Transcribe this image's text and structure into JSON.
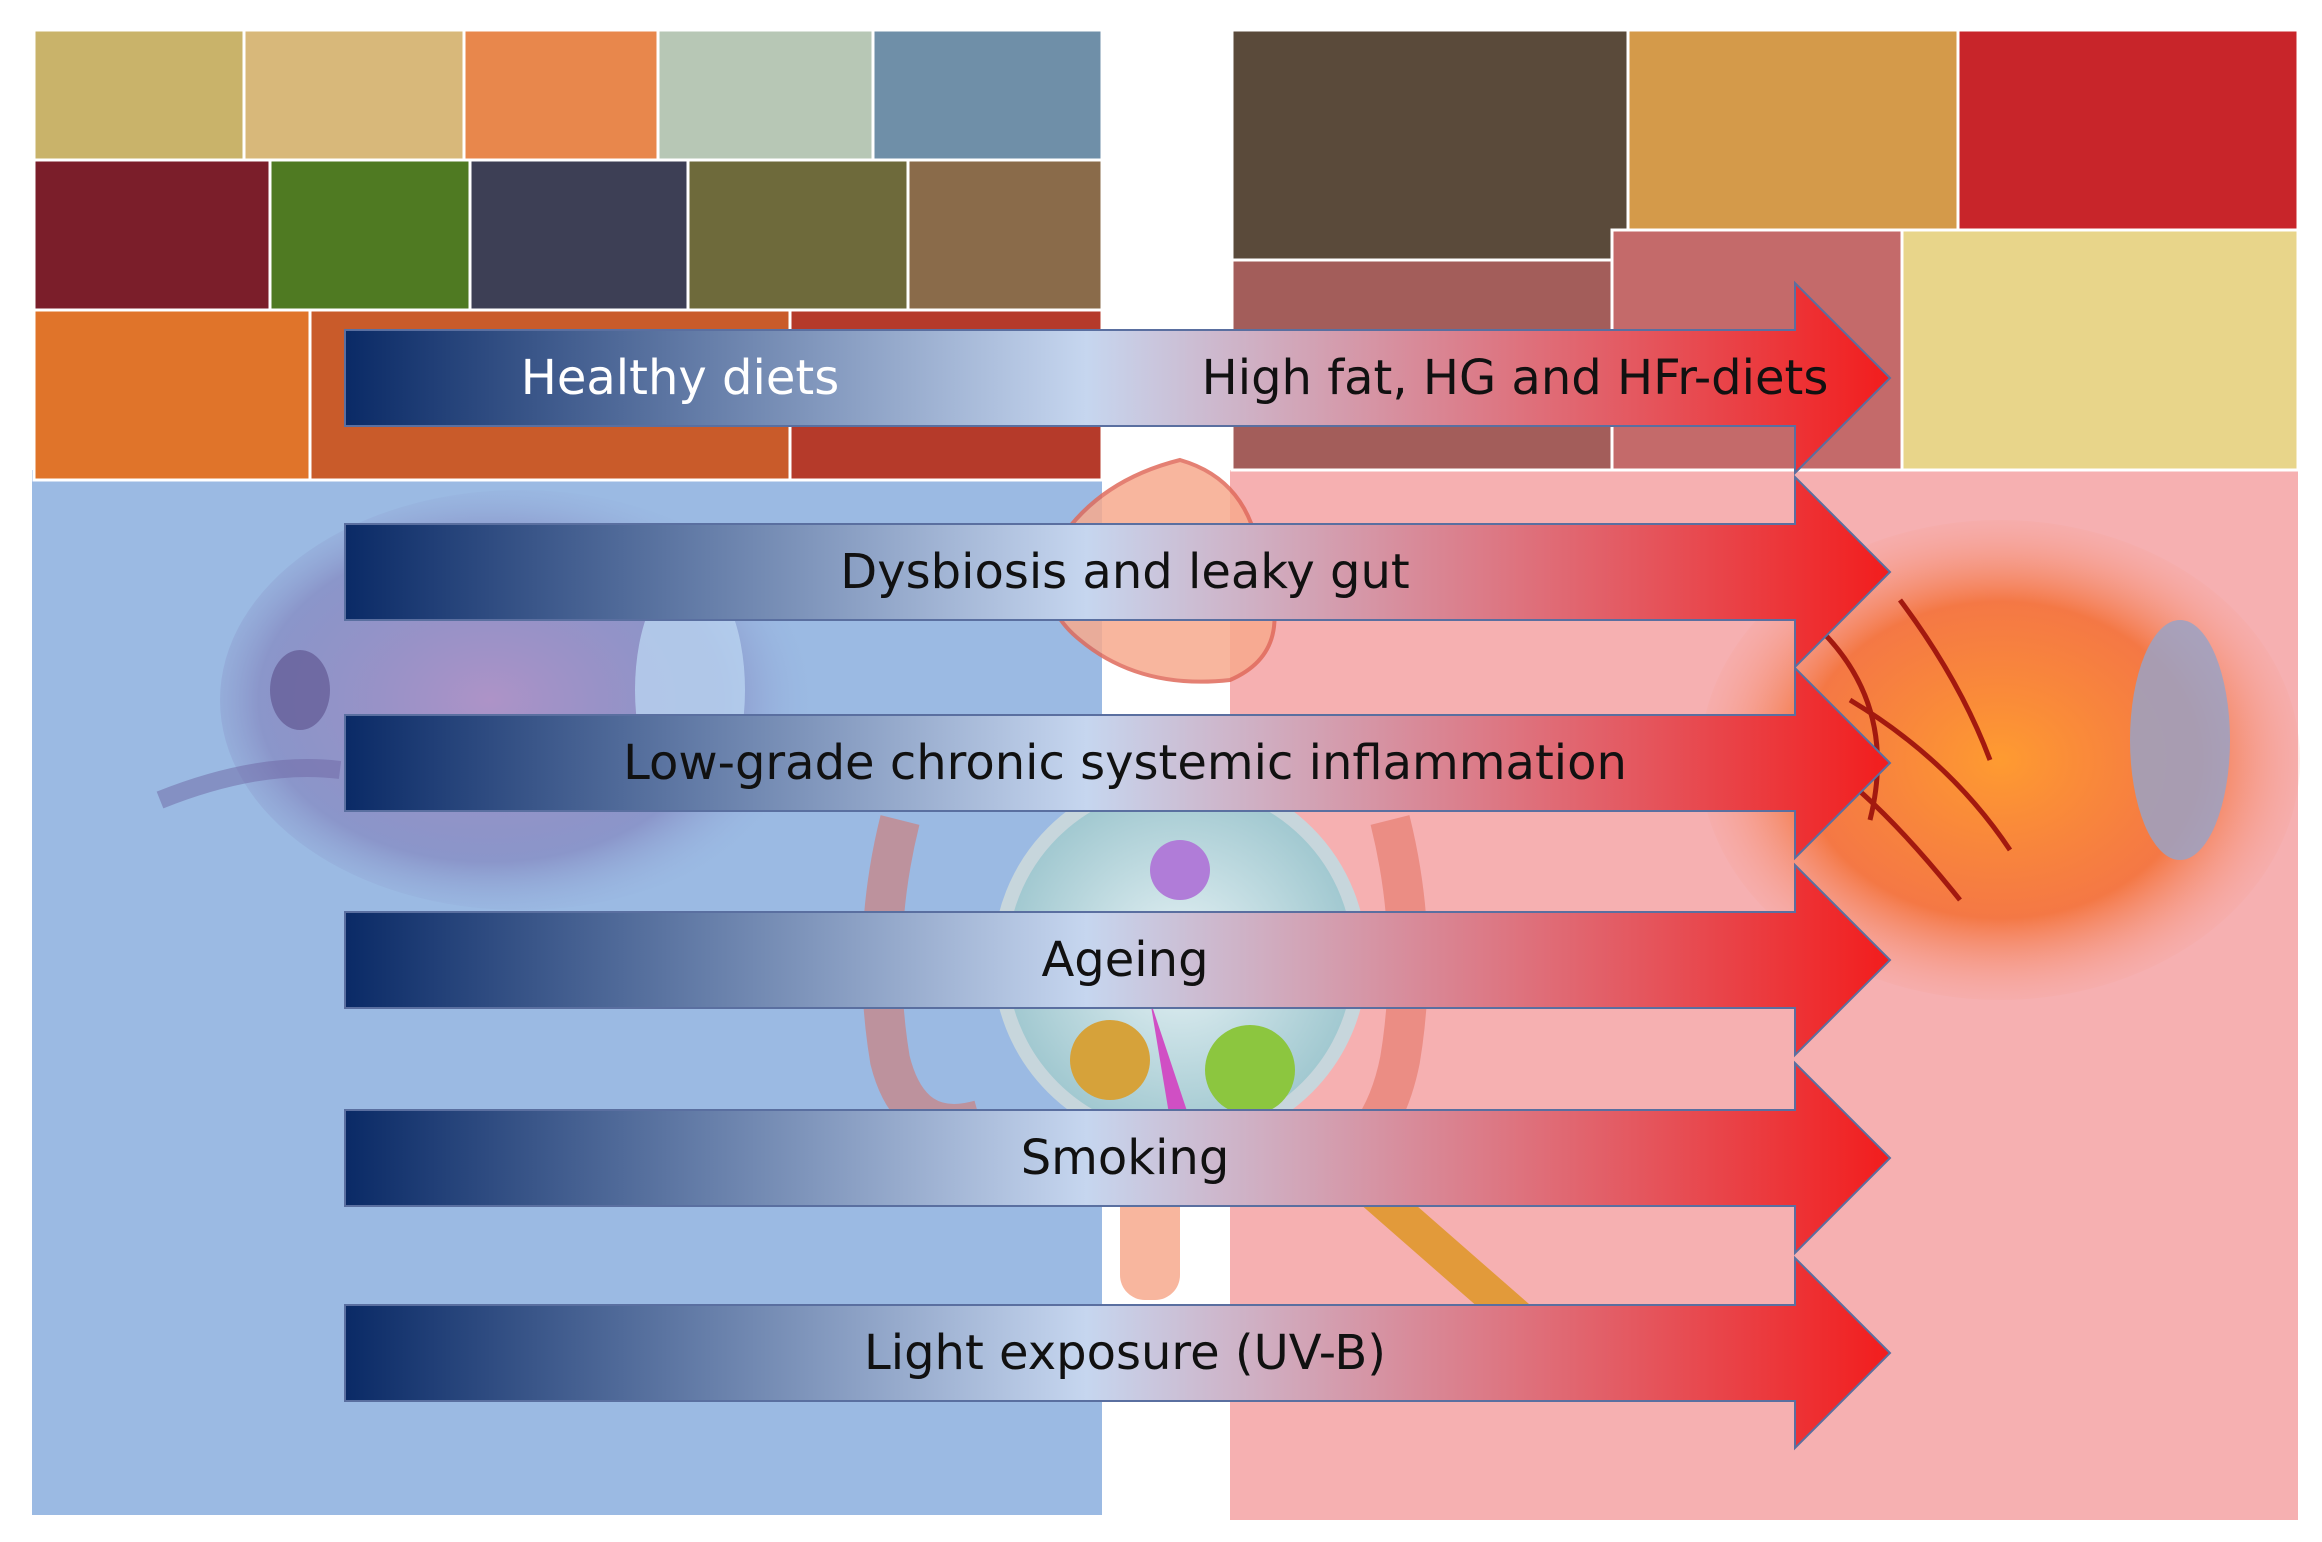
{
  "colors": {
    "healthy_panel": "#9bbae3",
    "unhealthy_panel": "#f6b0b1",
    "arrow_start": "#0a2a66",
    "arrow_mid": "#c6d6ef",
    "arrow_end": "#f21d1d",
    "healthy_food_tiles": [
      "#c9b36a",
      "#d8b87a",
      "#e8874c",
      "#b7c7b5",
      "#6f8fa8",
      "#7b1e2a",
      "#4f7a22",
      "#3d3f55",
      "#6e6a3b",
      "#8a6b4a",
      "#e0742a",
      "#c95b2a",
      "#b53a2a"
    ],
    "unhealthy_food_tiles": [
      "#5a4a3a",
      "#d49a4a",
      "#c8252a",
      "#a35d5a",
      "#c46a6a",
      "#e8d58a"
    ],
    "eye_healthy": "#7d78b5",
    "eye_inflamed": "#f46a2a",
    "gut_color": "#f7a98d"
  },
  "icons": {
    "eye_left": "healthy-eye-icon",
    "eye_right": "inflamed-eye-icon",
    "gut": "gut-icon",
    "microbiota": "microbiota-magnifier-icon"
  },
  "arrows": [
    {
      "label": "Healthy diets",
      "label_right": "High fat, HG and HFr-diets"
    },
    {
      "label": "Dysbiosis and leaky gut"
    },
    {
      "label": "Low-grade chronic systemic inflammation"
    },
    {
      "label": "Ageing"
    },
    {
      "label": "Smoking"
    },
    {
      "label": "Light exposure (UV-B)"
    }
  ]
}
